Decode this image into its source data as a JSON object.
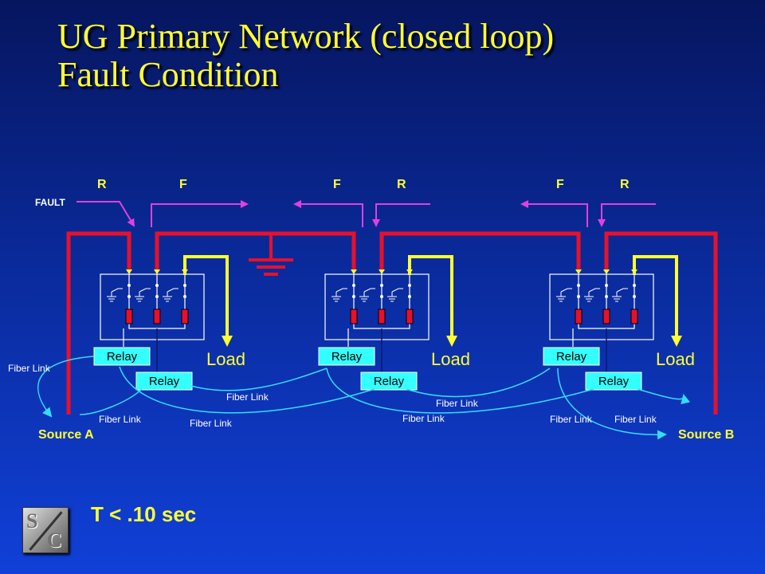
{
  "title": {
    "line1": "UG Primary Network (closed loop)",
    "line2": "Fault Condition"
  },
  "diagram": {
    "fault_label": "FAULT",
    "direction_labels": [
      "R",
      "F",
      "F",
      "R",
      "F",
      "R"
    ],
    "relay_label": "Relay",
    "load_label": "Load",
    "fiber_link_label": "Fiber Link",
    "source_a": "Source A",
    "source_b": "Source B"
  },
  "timing": "T < .10 sec",
  "logo": {
    "letter1": "S",
    "letter2": "C"
  },
  "colors": {
    "bus": "#e8102a",
    "feed": "#ffff33",
    "signal": "#e040e0",
    "relay_box": "#33ffff",
    "fiber": "#33ddff",
    "label_yellow": "#ffff33",
    "title_yellow": "#ffff33"
  }
}
